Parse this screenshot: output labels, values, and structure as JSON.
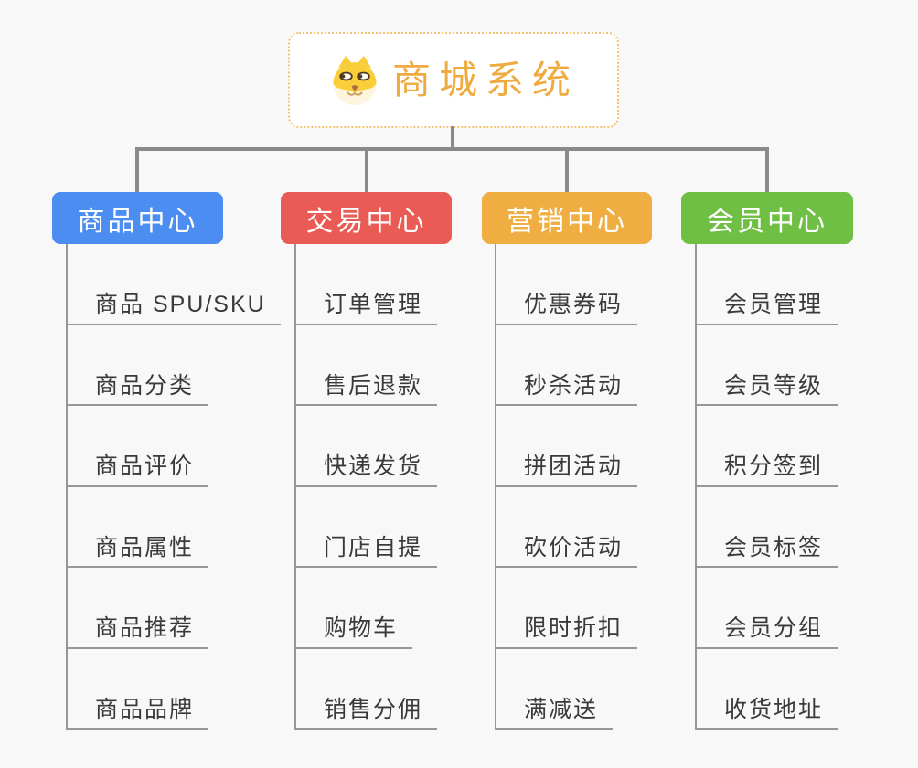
{
  "root": {
    "title": "商城系统",
    "icon": "doge-icon"
  },
  "branches": [
    {
      "label": "商品中心",
      "color": "#4B8DF1",
      "children": [
        "商品 SPU/SKU",
        "商品分类",
        "商品评价",
        "商品属性",
        "商品推荐",
        "商品品牌"
      ]
    },
    {
      "label": "交易中心",
      "color": "#EA5B55",
      "children": [
        "订单管理",
        "售后退款",
        "快递发货",
        "门店自提",
        "购物车",
        "销售分佣"
      ]
    },
    {
      "label": "营销中心",
      "color": "#EFAD42",
      "children": [
        "优惠券码",
        "秒杀活动",
        "拼团活动",
        "砍价活动",
        "限时折扣",
        "满减送"
      ]
    },
    {
      "label": "会员中心",
      "color": "#70BF45",
      "children": [
        "会员管理",
        "会员等级",
        "积分签到",
        "会员标签",
        "会员分组",
        "收货地址"
      ]
    }
  ],
  "colors": {
    "background": "#F8F8F8",
    "root_border": "#F4C170",
    "root_title": "#F0AB40",
    "connector": "#8A8A8A",
    "leaf_line": "#979797",
    "leaf_text": "#3A3A3A"
  }
}
